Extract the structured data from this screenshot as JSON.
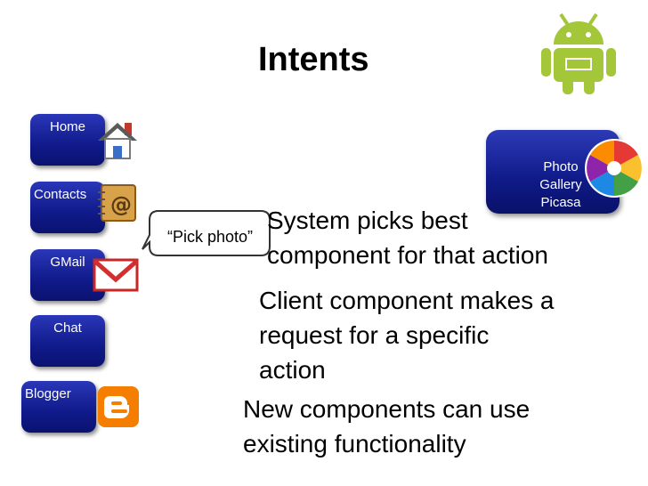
{
  "title": "Intents",
  "apps": [
    {
      "label": "Home"
    },
    {
      "label": "Contacts"
    },
    {
      "label": "GMail"
    },
    {
      "label": "Chat"
    },
    {
      "label": "Blogger"
    }
  ],
  "bubble": {
    "text": "“Pick photo”"
  },
  "photo_app": {
    "line1": "Photo",
    "line2": "Gallery",
    "line3": "Picasa"
  },
  "points": {
    "system_picks_1": "System picks best",
    "system_picks_2": "component for that action",
    "client_1": "Client component makes a",
    "client_2": "request for a specific",
    "client_3": "action",
    "new_1": "New components can use",
    "new_2": "existing functionality"
  },
  "colors": {
    "button_blue": "#101a8a",
    "android_green": "#a4c639",
    "bubble_border": "#333333"
  }
}
